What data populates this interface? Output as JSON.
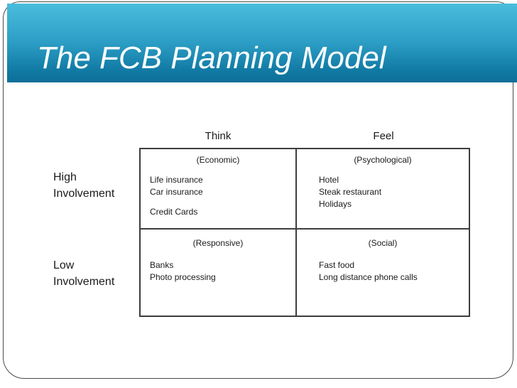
{
  "slide": {
    "title": "The FCB Planning Model",
    "background_color": "#ffffff",
    "banner_gradient_top": "#4abddc",
    "banner_gradient_bottom": "#0d6f98",
    "title_color": "#fafdfd",
    "frame_border_color": "#4a4a4a",
    "matrix_border_color": "#3d3d3d",
    "text_color": "#1a1a1a"
  },
  "matrix": {
    "column_headers": [
      "Think",
      "Feel"
    ],
    "row_headers": [
      "High\nInvolvement",
      "Low\nInvolvement"
    ],
    "quadrants": [
      {
        "id": "think-high",
        "label": "(Economic)",
        "items": [
          "Life insurance",
          "Car insurance",
          "",
          "Credit Cards"
        ]
      },
      {
        "id": "feel-high",
        "label": "(Psychological)",
        "items": [
          "Hotel",
          "Steak restaurant",
          "Holidays"
        ]
      },
      {
        "id": "think-low",
        "label": "(Responsive)",
        "items": [
          "Banks",
          "Photo processing"
        ]
      },
      {
        "id": "feel-low",
        "label": "(Social)",
        "items": [
          "Fast food",
          "Long distance phone calls"
        ]
      }
    ]
  }
}
